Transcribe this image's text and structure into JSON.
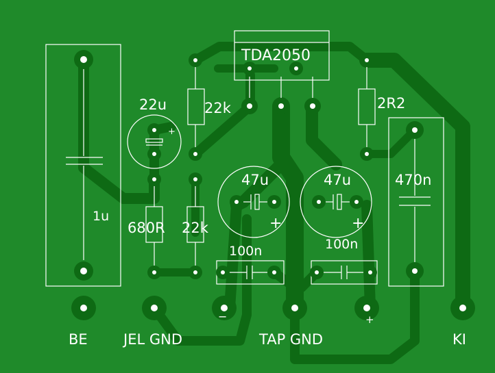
{
  "board": {
    "colors": {
      "background": "#1f8a2a",
      "copper": "#0e6a14",
      "silkscreen": "#ffffff",
      "pad": "#0e6a14",
      "drill": "#ffffff"
    }
  },
  "components": {
    "ic_label": "TDA2050",
    "cap_1u": "1u",
    "cap_22u": "22u",
    "cap_22u_plus": "+",
    "res_22k_top": "22k",
    "res_2r2": "2R2",
    "cap_47u_left": "47u",
    "cap_47u_left_plus": "+",
    "cap_47u_right": "47u",
    "cap_47u_right_plus": "+",
    "cap_470n": "470n",
    "res_680r": "680R",
    "res_22k_bottom": "22k",
    "cap_100n_left": "100n",
    "cap_100n_right": "100n"
  },
  "connectors": {
    "be": "BE",
    "jel_gnd": "JEL GND",
    "tap_gnd": "TAP GND",
    "ki": "KI",
    "minus": "−",
    "plus": "+"
  }
}
